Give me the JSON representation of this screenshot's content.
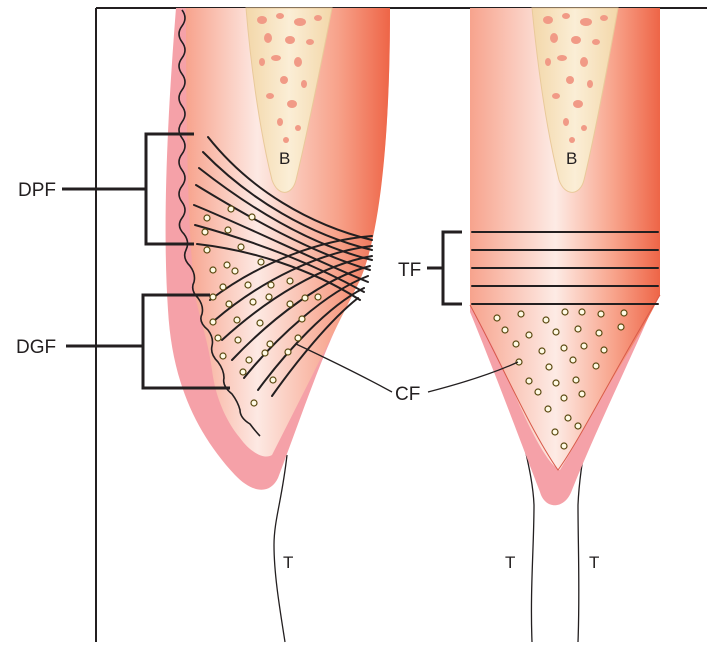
{
  "labels": {
    "dpf": "DPF",
    "dgf": "DGF",
    "tf": "TF",
    "cf": "CF",
    "bone_left": "B",
    "bone_right": "B",
    "tooth_left": "T",
    "tooth_mid": "T",
    "tooth_right": "T"
  },
  "colors": {
    "gingiva_pink": "#f5a1a8",
    "connective_tissue_dark": "#f06a4e",
    "connective_tissue_light": "#fde8e4",
    "bone": "#f6dfb9",
    "outline": "#231f20"
  }
}
